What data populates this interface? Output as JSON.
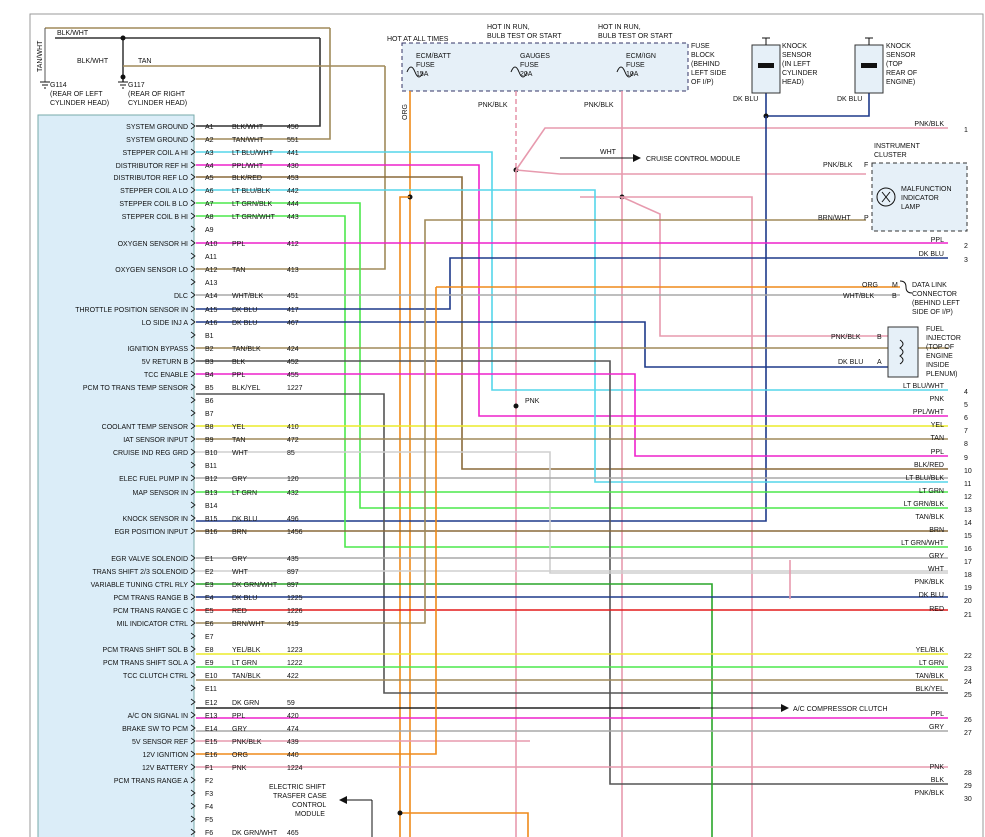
{
  "ground_block": {
    "wire_tan_wht": "TAN/WHT",
    "wire_blk_wht_a": "BLK/WHT",
    "wire_blk_wht_b": "BLK/WHT",
    "wire_tan": "TAN",
    "g114_id": "G114",
    "g114_line1": "(REAR OF LEFT",
    "g114_line2": "CYLINDER HEAD)",
    "g117_id": "G117",
    "g117_line1": "(REAR OF RIGHT",
    "g117_line2": "CYLINDER HEAD)"
  },
  "fuse_headers": {
    "hot_all_times": "HOT AT ALL TIMES",
    "hot_run_a1": "HOT IN RUN,",
    "hot_run_a2": "BULB TEST OR START",
    "hot_run_b1": "HOT IN RUN,",
    "hot_run_b2": "BULB TEST OR START"
  },
  "fuses": [
    {
      "l1": "ECM/BATT",
      "l2": "FUSE",
      "l3": "15A"
    },
    {
      "l1": "GAUGES",
      "l2": "FUSE",
      "l3": "20A"
    },
    {
      "l1": "ECM/IGN",
      "l2": "FUSE",
      "l3": "10A"
    }
  ],
  "fuse_block": [
    "FUSE",
    "BLOCK",
    "(BEHIND",
    "LEFT SIDE",
    "OF I/P)"
  ],
  "fuse_wires": {
    "org": "ORG",
    "pnk_blk_a": "PNK/BLK",
    "pnk_blk_b": "PNK/BLK"
  },
  "knock_left": [
    "KNOCK",
    "SENSOR",
    "(IN LEFT",
    "CYLINDER",
    "HEAD)"
  ],
  "knock_top": [
    "KNOCK",
    "SENSOR",
    "(TOP",
    "REAR OF",
    "ENGINE)"
  ],
  "knock_wires": {
    "a": "DK BLU",
    "b": "DK BLU"
  },
  "right_side": {
    "cruise_wht": "WHT",
    "cruise_label": "CRUISE CONTROL MODULE",
    "cluster1": "INSTRUMENT",
    "cluster2": "CLUSTER",
    "pnk_blk_f": "PNK/BLK",
    "pin_f": "F",
    "brn_wht_p": "BRN/WHT",
    "pin_p": "P",
    "mil1": "MALFUNCTION",
    "mil2": "INDICATOR",
    "mil3": "LAMP",
    "dlc_org": "ORG",
    "dlc_m": "M",
    "dlc_wht_blk": "WHT/BLK",
    "dlc_b": "B",
    "dlc1": "DATA LINK",
    "dlc2": "CONNECTOR",
    "dlc3": "(BEHIND LEFT",
    "dlc4": "SIDE OF I/P)",
    "inj_pnk_blk": "PNK/BLK",
    "inj_pin_b": "B",
    "inj_dk_blu": "DK BLU",
    "inj_pin_a": "A",
    "inj1": "FUEL",
    "inj2": "INJECTOR",
    "inj3": "(TOP OF",
    "inj4": "ENGINE",
    "inj5": "INSIDE",
    "inj6": "PLENUM)",
    "pnk_mid": "PNK",
    "ac_label": "A/C COMPRESSOR CLUTCH",
    "shift1": "ELECTRIC SHIFT",
    "shift2": "TRASFER CASE",
    "shift3": "CONTROL",
    "shift4": "MODULE"
  },
  "pcm_pins": [
    {
      "label": "SYSTEM GROUND",
      "pin": "A1",
      "wire": "BLK/WHT",
      "circuit": "450"
    },
    {
      "label": "SYSTEM GROUND",
      "pin": "A2",
      "wire": "TAN/WHT",
      "circuit": "551"
    },
    {
      "label": "STEPPER COIL A HI",
      "pin": "A3",
      "wire": "LT BLU/WHT",
      "circuit": "441"
    },
    {
      "label": "DISTRIBUTOR REF HI",
      "pin": "A4",
      "wire": "PPL/WHT",
      "circuit": "430"
    },
    {
      "label": "DISTRIBUTOR REF LO",
      "pin": "A5",
      "wire": "BLK/RED",
      "circuit": "453"
    },
    {
      "label": "STEPPER COIL A LO",
      "pin": "A6",
      "wire": "LT BLU/BLK",
      "circuit": "442"
    },
    {
      "label": "STEPPER COIL B LO",
      "pin": "A7",
      "wire": "LT GRN/BLK",
      "circuit": "444"
    },
    {
      "label": "STEPPER COIL B HI",
      "pin": "A8",
      "wire": "LT GRN/WHT",
      "circuit": "443"
    },
    {
      "label": "",
      "pin": "A9",
      "wire": "",
      "circuit": ""
    },
    {
      "label": "OXYGEN SENSOR HI",
      "pin": "A10",
      "wire": "PPL",
      "circuit": "412"
    },
    {
      "label": "",
      "pin": "A11",
      "wire": "",
      "circuit": ""
    },
    {
      "label": "OXYGEN SENSOR LO",
      "pin": "A12",
      "wire": "TAN",
      "circuit": "413"
    },
    {
      "label": "",
      "pin": "A13",
      "wire": "",
      "circuit": ""
    },
    {
      "label": "DLC",
      "pin": "A14",
      "wire": "WHT/BLK",
      "circuit": "451"
    },
    {
      "label": "THROTTLE POSITION SENSOR IN",
      "pin": "A15",
      "wire": "DK BLU",
      "circuit": "417"
    },
    {
      "label": "LO SIDE INJ A",
      "pin": "A16",
      "wire": "DK BLU",
      "circuit": "467"
    },
    {
      "label": "",
      "pin": "B1",
      "wire": "",
      "circuit": ""
    },
    {
      "label": "IGNITION BYPASS",
      "pin": "B2",
      "wire": "TAN/BLK",
      "circuit": "424"
    },
    {
      "label": "5V RETURN B",
      "pin": "B3",
      "wire": "BLK",
      "circuit": "452"
    },
    {
      "label": "TCC ENABLE",
      "pin": "B4",
      "wire": "PPL",
      "circuit": "455"
    },
    {
      "label": "PCM TO TRANS TEMP SENSOR",
      "pin": "B5",
      "wire": "BLK/YEL",
      "circuit": "1227"
    },
    {
      "label": "",
      "pin": "B6",
      "wire": "",
      "circuit": ""
    },
    {
      "label": "",
      "pin": "B7",
      "wire": "",
      "circuit": ""
    },
    {
      "label": "COOLANT TEMP SENSOR",
      "pin": "B8",
      "wire": "YEL",
      "circuit": "410"
    },
    {
      "label": "IAT SENSOR INPUT",
      "pin": "B9",
      "wire": "TAN",
      "circuit": "472"
    },
    {
      "label": "CRUISE IND REG GRD",
      "pin": "B10",
      "wire": "WHT",
      "circuit": "85"
    },
    {
      "label": "",
      "pin": "B11",
      "wire": "",
      "circuit": ""
    },
    {
      "label": "ELEC FUEL PUMP IN",
      "pin": "B12",
      "wire": "GRY",
      "circuit": "120"
    },
    {
      "label": "MAP SENSOR IN",
      "pin": "B13",
      "wire": "LT GRN",
      "circuit": "432"
    },
    {
      "label": "",
      "pin": "B14",
      "wire": "",
      "circuit": ""
    },
    {
      "label": "KNOCK SENSOR IN",
      "pin": "B15",
      "wire": "DK BLU",
      "circuit": "496"
    },
    {
      "label": "EGR POSITION INPUT",
      "pin": "B16",
      "wire": "BRN",
      "circuit": "1456"
    },
    {
      "label": "EGR VALVE SOLENOID",
      "pin": "E1",
      "wire": "GRY",
      "circuit": "435"
    },
    {
      "label": "TRANS SHIFT 2/3 SOLENOID",
      "pin": "E2",
      "wire": "WHT",
      "circuit": "897"
    },
    {
      "label": "VARIABLE TUNING CTRL RLY",
      "pin": "E3",
      "wire": "DK GRN/WHT",
      "circuit": "897"
    },
    {
      "label": "PCM TRANS RANGE B",
      "pin": "E4",
      "wire": "DK BLU",
      "circuit": "1225"
    },
    {
      "label": "PCM TRANS RANGE C",
      "pin": "E5",
      "wire": "RED",
      "circuit": "1226"
    },
    {
      "label": "MIL INDICATOR CTRL",
      "pin": "E6",
      "wire": "BRN/WHT",
      "circuit": "419"
    },
    {
      "label": "",
      "pin": "E7",
      "wire": "",
      "circuit": ""
    },
    {
      "label": "PCM TRANS SHIFT SOL B",
      "pin": "E8",
      "wire": "YEL/BLK",
      "circuit": "1223"
    },
    {
      "label": "PCM TRANS SHIFT SOL A",
      "pin": "E9",
      "wire": "LT GRN",
      "circuit": "1222"
    },
    {
      "label": "TCC CLUTCH CTRL",
      "pin": "E10",
      "wire": "TAN/BLK",
      "circuit": "422"
    },
    {
      "label": "",
      "pin": "E11",
      "wire": "",
      "circuit": ""
    },
    {
      "label": "",
      "pin": "E12",
      "wire": "DK GRN",
      "circuit": "59"
    },
    {
      "label": "A/C ON SIGNAL IN",
      "pin": "E13",
      "wire": "PPL",
      "circuit": "420"
    },
    {
      "label": "BRAKE SW TO PCM",
      "pin": "E14",
      "wire": "GRY",
      "circuit": "474"
    },
    {
      "label": "5V SENSOR REF",
      "pin": "E15",
      "wire": "PNK/BLK",
      "circuit": "439"
    },
    {
      "label": "12V IGNITION",
      "pin": "E16",
      "wire": "ORG",
      "circuit": "440"
    },
    {
      "label": "12V BATTERY",
      "pin": "F1",
      "wire": "PNK",
      "circuit": "1224"
    },
    {
      "label": "PCM TRANS RANGE A",
      "pin": "F2",
      "wire": "",
      "circuit": ""
    },
    {
      "label": "",
      "pin": "F3",
      "wire": "",
      "circuit": ""
    },
    {
      "label": "",
      "pin": "F4",
      "wire": "",
      "circuit": ""
    },
    {
      "label": "",
      "pin": "F5",
      "wire": "",
      "circuit": ""
    },
    {
      "label": "",
      "pin": "F6",
      "wire": "DK GRN/WHT",
      "circuit": "465"
    }
  ],
  "right_terminals": [
    {
      "wire": "PNK/BLK",
      "num": "1"
    },
    {
      "wire": "PPL",
      "num": "2"
    },
    {
      "wire": "DK BLU",
      "num": "3"
    },
    {
      "wire": "LT BLU/WHT",
      "num": "4"
    },
    {
      "wire": "PNK",
      "num": "5"
    },
    {
      "wire": "PPL/WHT",
      "num": "6"
    },
    {
      "wire": "YEL",
      "num": "7"
    },
    {
      "wire": "TAN",
      "num": "8"
    },
    {
      "wire": "PPL",
      "num": "9"
    },
    {
      "wire": "BLK/RED",
      "num": "10"
    },
    {
      "wire": "LT BLU/BLK",
      "num": "11"
    },
    {
      "wire": "LT GRN",
      "num": "12"
    },
    {
      "wire": "LT GRN/BLK",
      "num": "13"
    },
    {
      "wire": "TAN/BLK",
      "num": "14"
    },
    {
      "wire": "BRN",
      "num": "15"
    },
    {
      "wire": "LT GRN/WHT",
      "num": "16"
    },
    {
      "wire": "GRY",
      "num": "17"
    },
    {
      "wire": "WHT",
      "num": "18"
    },
    {
      "wire": "PNK/BLK",
      "num": "19"
    },
    {
      "wire": "DK BLU",
      "num": "20"
    },
    {
      "wire": "RED",
      "num": "21"
    },
    {
      "wire": "YEL/BLK",
      "num": "22"
    },
    {
      "wire": "LT GRN",
      "num": "23"
    },
    {
      "wire": "TAN/BLK",
      "num": "24"
    },
    {
      "wire": "BLK/YEL",
      "num": "25"
    },
    {
      "wire": "PPL",
      "num": "26"
    },
    {
      "wire": "GRY",
      "num": "27"
    },
    {
      "wire": "PNK",
      "num": "28"
    },
    {
      "wire": "BLK",
      "num": "29"
    },
    {
      "wire": "PNK/BLK",
      "num": "30"
    }
  ],
  "colors": {
    "pcm_box": "#dbedf8",
    "fuse_box": "#e6f0f8",
    "pnk_blk": "#e79aae",
    "ppl": "#ee22cc",
    "dk_blu": "#1e3a8a",
    "lt_blu": "#55d6ea",
    "yel": "#ecec2a",
    "tan": "#a08a5a",
    "lt_grn": "#4ce84c",
    "org": "#ef8a1a",
    "red": "#e31b1b",
    "gry": "#a8a8a8",
    "brn": "#8a6a3a"
  }
}
